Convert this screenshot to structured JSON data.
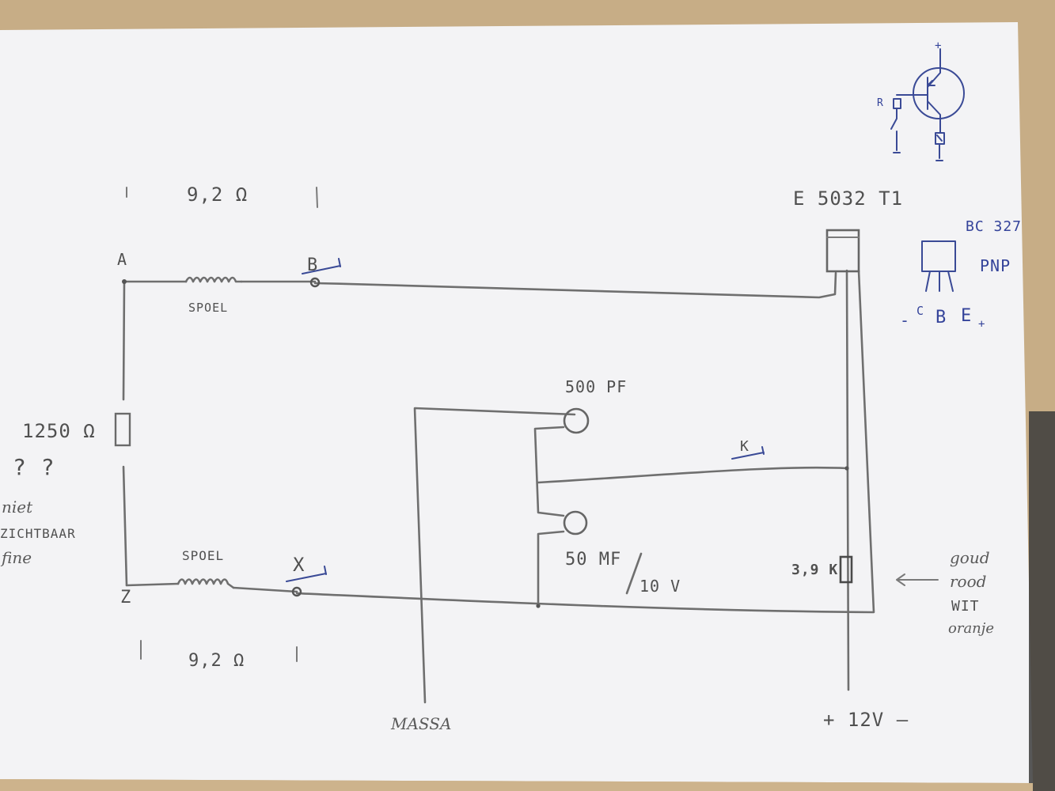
{
  "colors": {
    "pencil": "#6f6f6f",
    "ink": "#3a4a96",
    "paper": "#f3f3f5",
    "table": "#c9b08a"
  },
  "labels": {
    "node_a": "A",
    "node_z": "Z",
    "node_b": "B",
    "node_x": "X",
    "node_k": "K",
    "res_top": "9,2 Ω",
    "res_bottom": "9,2 Ω",
    "coil_top": "SPOEL",
    "coil_bottom": "SPOEL",
    "res_left": "1250 Ω",
    "question": "? ?",
    "note_1": "niet",
    "note_2": "ZICHTBAAR",
    "note_3": "fine",
    "cap_1": "500 PF",
    "cap_2": "50 MF",
    "cap_2_volt": "10 V",
    "res_right": "3,9 K",
    "color_1": "goud",
    "color_2": "rood",
    "color_3": "WIT",
    "color_4": "oranje",
    "transistor_id": "E 5032 T1",
    "bc_part": "BC 327",
    "bc_type": "PNP",
    "pin_c": "C",
    "pin_b": "B",
    "pin_e": "E",
    "pin_minus": "-",
    "pin_plus": "+",
    "inset_plus": "+",
    "inset_r": "R",
    "massa": "MASSA",
    "supply": "+ 12V —"
  }
}
